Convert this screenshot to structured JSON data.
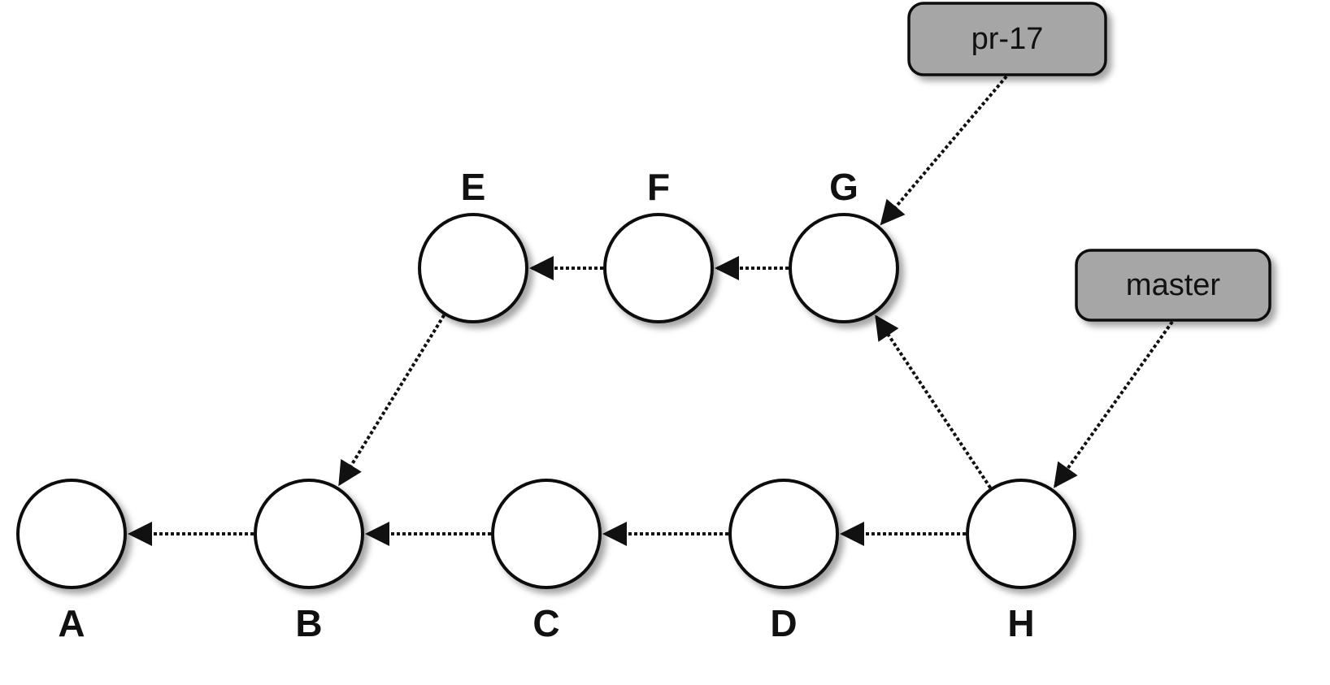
{
  "colors": {
    "ref_fill": "#a6a6a6",
    "stroke": "#111111",
    "node_fill": "#ffffff"
  },
  "commits": [
    {
      "id": "A",
      "label": "A"
    },
    {
      "id": "B",
      "label": "B"
    },
    {
      "id": "C",
      "label": "C"
    },
    {
      "id": "D",
      "label": "D"
    },
    {
      "id": "H",
      "label": "H"
    },
    {
      "id": "E",
      "label": "E"
    },
    {
      "id": "F",
      "label": "F"
    },
    {
      "id": "G",
      "label": "G"
    }
  ],
  "refs": [
    {
      "id": "pr-17",
      "label": "pr-17",
      "points_to": "G"
    },
    {
      "id": "master",
      "label": "master",
      "points_to": "H"
    }
  ],
  "edges": [
    {
      "from": "B",
      "to": "A"
    },
    {
      "from": "C",
      "to": "B"
    },
    {
      "from": "D",
      "to": "C"
    },
    {
      "from": "H",
      "to": "D"
    },
    {
      "from": "H",
      "to": "G"
    },
    {
      "from": "G",
      "to": "F"
    },
    {
      "from": "F",
      "to": "E"
    },
    {
      "from": "E",
      "to": "B"
    }
  ]
}
